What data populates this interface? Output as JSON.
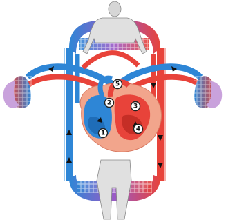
{
  "diagram": {
    "colors": {
      "oxygenated": "#e8433a",
      "deoxygenated": "#2e86d6",
      "capillary_mix": "#9b59c6",
      "heart_outer": "#f2a58c",
      "lung": "#c9a2dc",
      "body_silhouette": "#d6d6d6"
    },
    "icons": [
      "upper-body-silhouette-icon",
      "lower-body-silhouette-icon",
      "left-lung-icon",
      "right-lung-icon",
      "heart-icon",
      "flow-arrow-icon"
    ],
    "labels": [
      {
        "id": "1",
        "text": "1"
      },
      {
        "id": "2",
        "text": "2"
      },
      {
        "id": "3",
        "text": "3"
      },
      {
        "id": "4",
        "text": "4"
      },
      {
        "id": "5",
        "text": "5"
      }
    ]
  }
}
